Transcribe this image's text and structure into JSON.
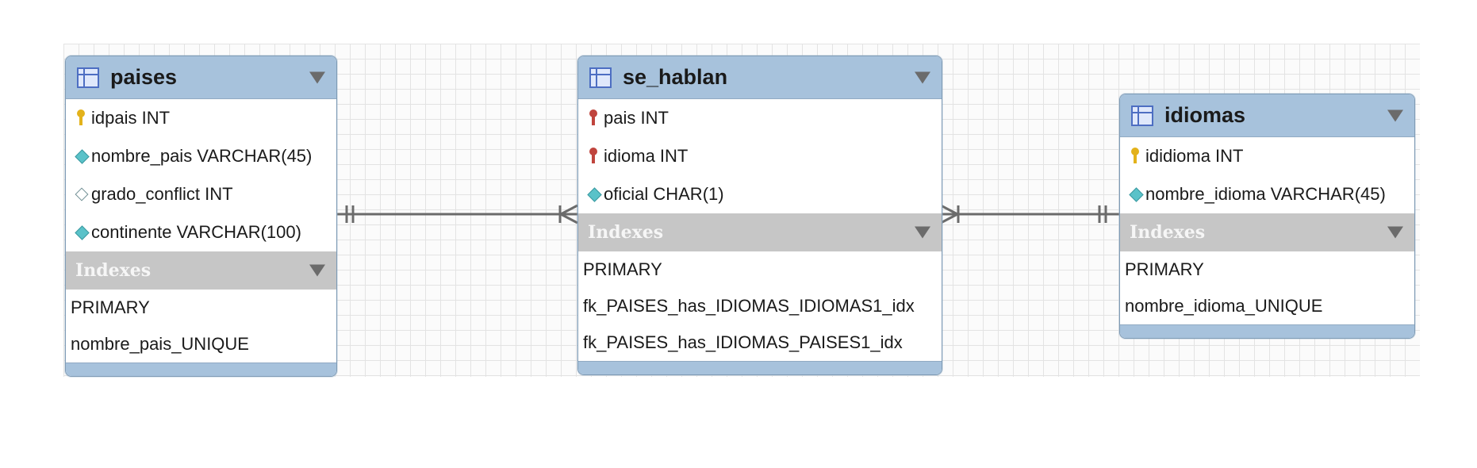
{
  "tables": {
    "paises": {
      "name": "paises",
      "columns": [
        {
          "icon": "primary-key-icon",
          "label": "idpais INT"
        },
        {
          "icon": "column-filled-icon",
          "label": "nombre_pais VARCHAR(45)"
        },
        {
          "icon": "column-empty-icon",
          "label": "grado_conflict INT"
        },
        {
          "icon": "column-filled-icon",
          "label": "continente VARCHAR(100)"
        }
      ],
      "indexes_label": "Indexes",
      "indexes": [
        "PRIMARY",
        "nombre_pais_UNIQUE"
      ]
    },
    "se_hablan": {
      "name": "se_hablan",
      "columns": [
        {
          "icon": "foreign-key-icon",
          "label": "pais INT"
        },
        {
          "icon": "foreign-key-icon",
          "label": "idioma INT"
        },
        {
          "icon": "column-filled-icon",
          "label": "oficial CHAR(1)"
        }
      ],
      "indexes_label": "Indexes",
      "indexes": [
        "PRIMARY",
        "fk_PAISES_has_IDIOMAS_IDIOMAS1_idx",
        "fk_PAISES_has_IDIOMAS_PAISES1_idx"
      ]
    },
    "idiomas": {
      "name": "idiomas",
      "columns": [
        {
          "icon": "primary-key-icon",
          "label": "ididioma INT"
        },
        {
          "icon": "column-filled-icon",
          "label": "nombre_idioma VARCHAR(45)"
        }
      ],
      "indexes_label": "Indexes",
      "indexes": [
        "PRIMARY",
        "nombre_idioma_UNIQUE"
      ]
    }
  },
  "relationships": [
    {
      "from": "paises",
      "to": "se_hablan",
      "from_cardinality": "one-and-only-one",
      "to_cardinality": "one-or-many"
    },
    {
      "from": "se_hablan",
      "to": "idiomas",
      "from_cardinality": "one-or-many",
      "to_cardinality": "one-and-only-one"
    }
  ],
  "colors": {
    "header": "#a7c2dc",
    "index_header": "#c6c6c6",
    "line": "#6b6b6b",
    "primary_key": "#e3b21b",
    "foreign_key": "#c0443d",
    "column_diamond": "#5ac2c9"
  }
}
